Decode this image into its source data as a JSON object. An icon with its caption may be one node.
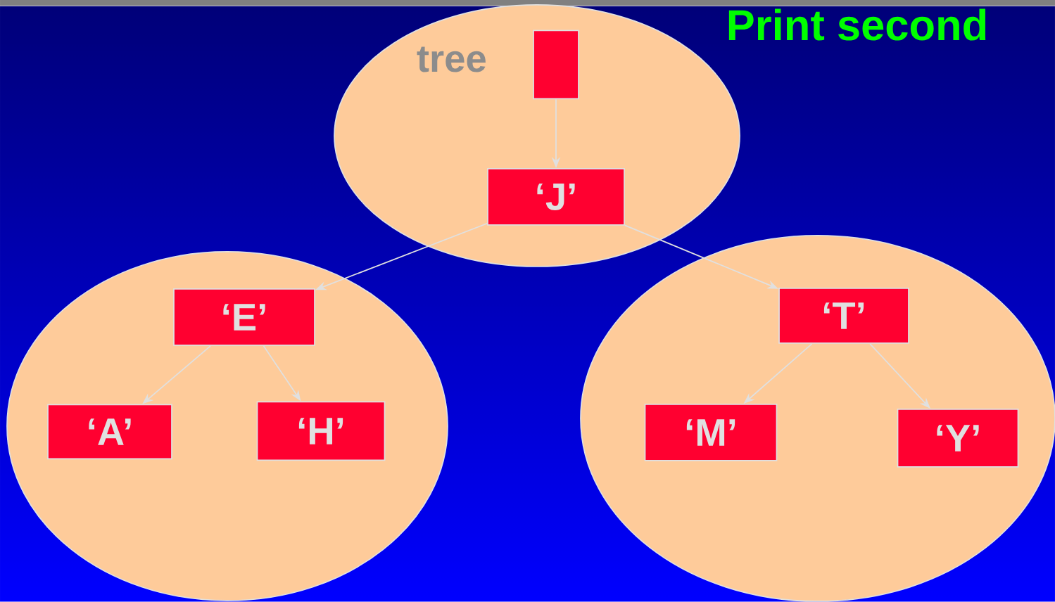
{
  "diagram": {
    "nodes": [
      {
        "text": [],
        "shape": "ellipse"
      },
      {
        "text": [],
        "shape": "box",
        "in": 0,
        "beside": [
          "tree"
        ]
      },
      {
        "text": [
          "‘J’"
        ],
        "in": 0
      },
      {
        "text": [],
        "shape": "ellipse"
      },
      {
        "text": [
          "‘E’"
        ],
        "in": 3
      },
      {
        "text": [
          "‘A’"
        ],
        "in": 3
      },
      {
        "text": [
          "‘H’"
        ],
        "in": 3
      },
      {
        "text": [],
        "shape": "ellipse"
      },
      {
        "text": [
          "‘T’"
        ],
        "in": 7
      },
      {
        "text": [
          "‘M’"
        ],
        "in": 7
      },
      {
        "text": [
          "‘Y’"
        ],
        "in": 7
      }
    ],
    "edges": [
      {
        "from": 1,
        "to": 2,
        "arrow": "to"
      },
      {
        "from": 2,
        "to": 4,
        "arrow": "to"
      },
      {
        "from": 2,
        "to": 8,
        "arrow": "to"
      },
      {
        "from": 4,
        "to": 5,
        "arrow": "to"
      },
      {
        "from": 4,
        "to": 6,
        "arrow": "to"
      },
      {
        "from": 8,
        "to": 9,
        "arrow": "to"
      },
      {
        "from": 8,
        "to": 10,
        "arrow": "to"
      }
    ],
    "labels": [
      "Print second"
    ]
  }
}
